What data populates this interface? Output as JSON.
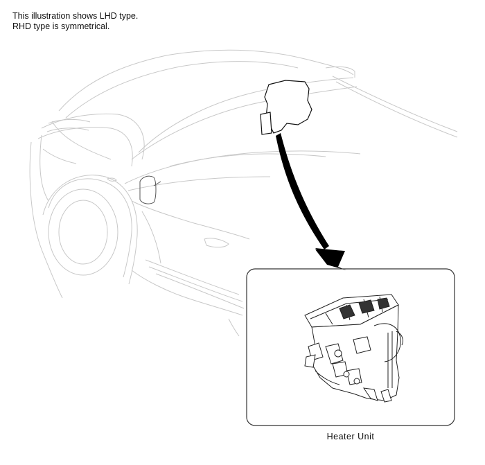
{
  "note": {
    "line1": "This illustration shows LHD type.",
    "line2": "RHD type is symmetrical."
  },
  "detail": {
    "caption": "Heater Unit"
  },
  "colors": {
    "car_outline": "#c8c8c8",
    "part_outline": "#111111",
    "arrow": "#000000",
    "detail_frame": "#333333"
  }
}
